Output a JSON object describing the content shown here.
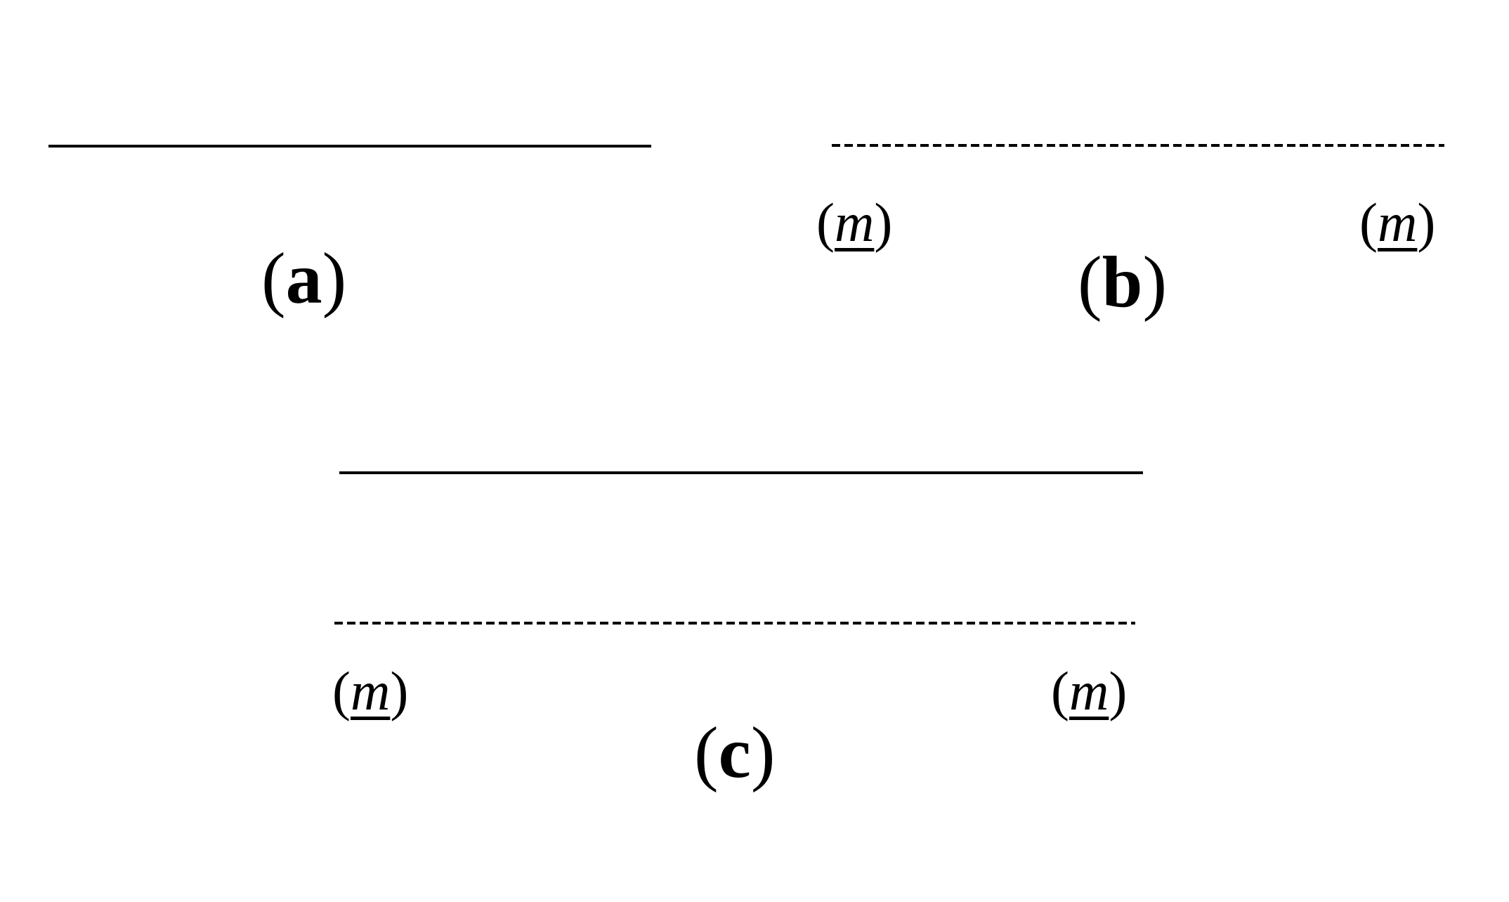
{
  "figure": {
    "panels": [
      {
        "id": "a",
        "label": "a",
        "lines": [
          {
            "style": "solid"
          }
        ],
        "markers": []
      },
      {
        "id": "b",
        "label": "b",
        "lines": [
          {
            "style": "dashed"
          }
        ],
        "markers": [
          "m",
          "m"
        ]
      },
      {
        "id": "c",
        "label": "c",
        "lines": [
          {
            "style": "solid"
          },
          {
            "style": "dashed"
          }
        ],
        "markers": [
          "m",
          "m"
        ]
      }
    ],
    "paren_open": "(",
    "paren_close": ")",
    "line_color": "#000000",
    "background": "#ffffff"
  }
}
